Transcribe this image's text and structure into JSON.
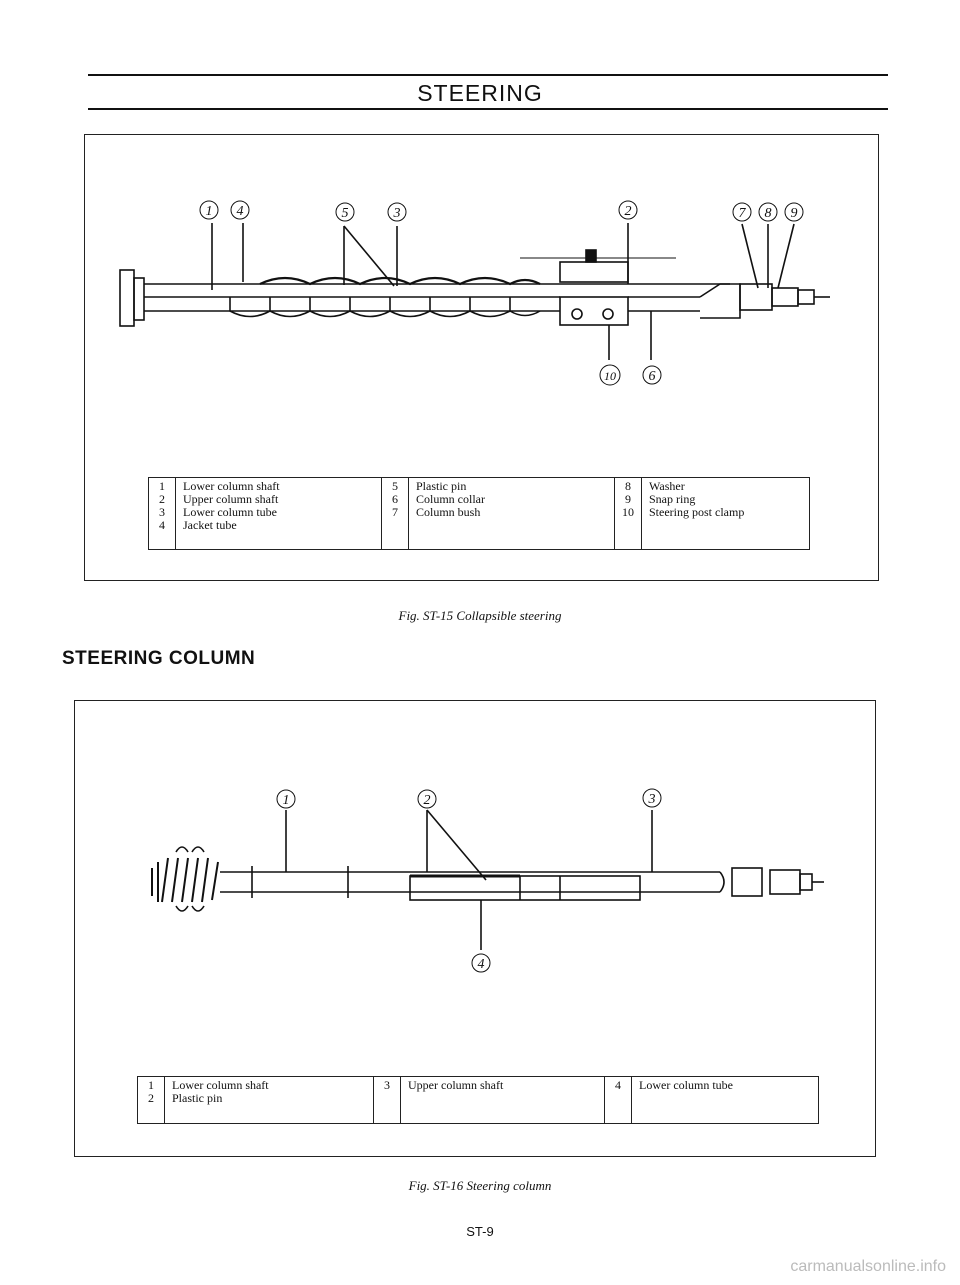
{
  "header": {
    "title": "STEERING"
  },
  "figure1": {
    "callouts": [
      "1",
      "4",
      "5",
      "3",
      "2",
      "7",
      "8",
      "9",
      "10",
      "6"
    ],
    "legend": [
      [
        {
          "num": "1",
          "label": "Lower column shaft"
        },
        {
          "num": "2",
          "label": "Upper column shaft"
        },
        {
          "num": "3",
          "label": "Lower column tube"
        },
        {
          "num": "4",
          "label": "Jacket tube"
        }
      ],
      [
        {
          "num": "5",
          "label": "Plastic pin"
        },
        {
          "num": "6",
          "label": "Column collar"
        },
        {
          "num": "7",
          "label": "Column bush"
        }
      ],
      [
        {
          "num": "8",
          "label": "Washer"
        },
        {
          "num": "9",
          "label": "Snap ring"
        },
        {
          "num": "10",
          "label": "Steering post clamp"
        }
      ]
    ],
    "caption": "Fig. ST-15 Collapsible steering"
  },
  "section": {
    "heading": "STEERING COLUMN"
  },
  "figure2": {
    "callouts": [
      "1",
      "2",
      "3",
      "4"
    ],
    "legend": [
      [
        {
          "num": "1",
          "label": "Lower column shaft"
        },
        {
          "num": "2",
          "label": "Plastic pin"
        }
      ],
      [
        {
          "num": "3",
          "label": "Upper column shaft"
        }
      ],
      [
        {
          "num": "4",
          "label": "Lower column tube"
        }
      ]
    ],
    "caption": "Fig. ST-16 Steering column"
  },
  "footer": {
    "page_number": "ST-9",
    "watermark": "carmanualsonline.info"
  }
}
